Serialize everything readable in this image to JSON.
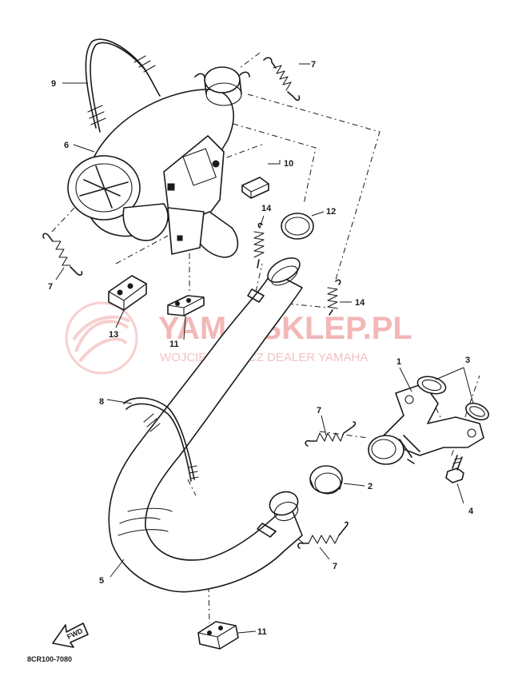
{
  "watermark": {
    "main": "YAMA-SKLEP.PL",
    "sub": "WOJCIECHOWICZ DEALER YAMAHA",
    "color": "#f2b7b7"
  },
  "labels": {
    "p1": "1",
    "p2": "2",
    "p3": "3",
    "p4": "4",
    "p5": "5",
    "p6": "6",
    "p7a": "7",
    "p7b": "7",
    "p7c": "7",
    "p7d": "7",
    "p8": "8",
    "p9": "9",
    "p10": "10",
    "p11a": "11",
    "p11b": "11",
    "p12": "12",
    "p13": "13",
    "p14a": "14",
    "p14b": "14"
  },
  "fwd_label": "FWD",
  "diagram_code": "8CR100-7080"
}
